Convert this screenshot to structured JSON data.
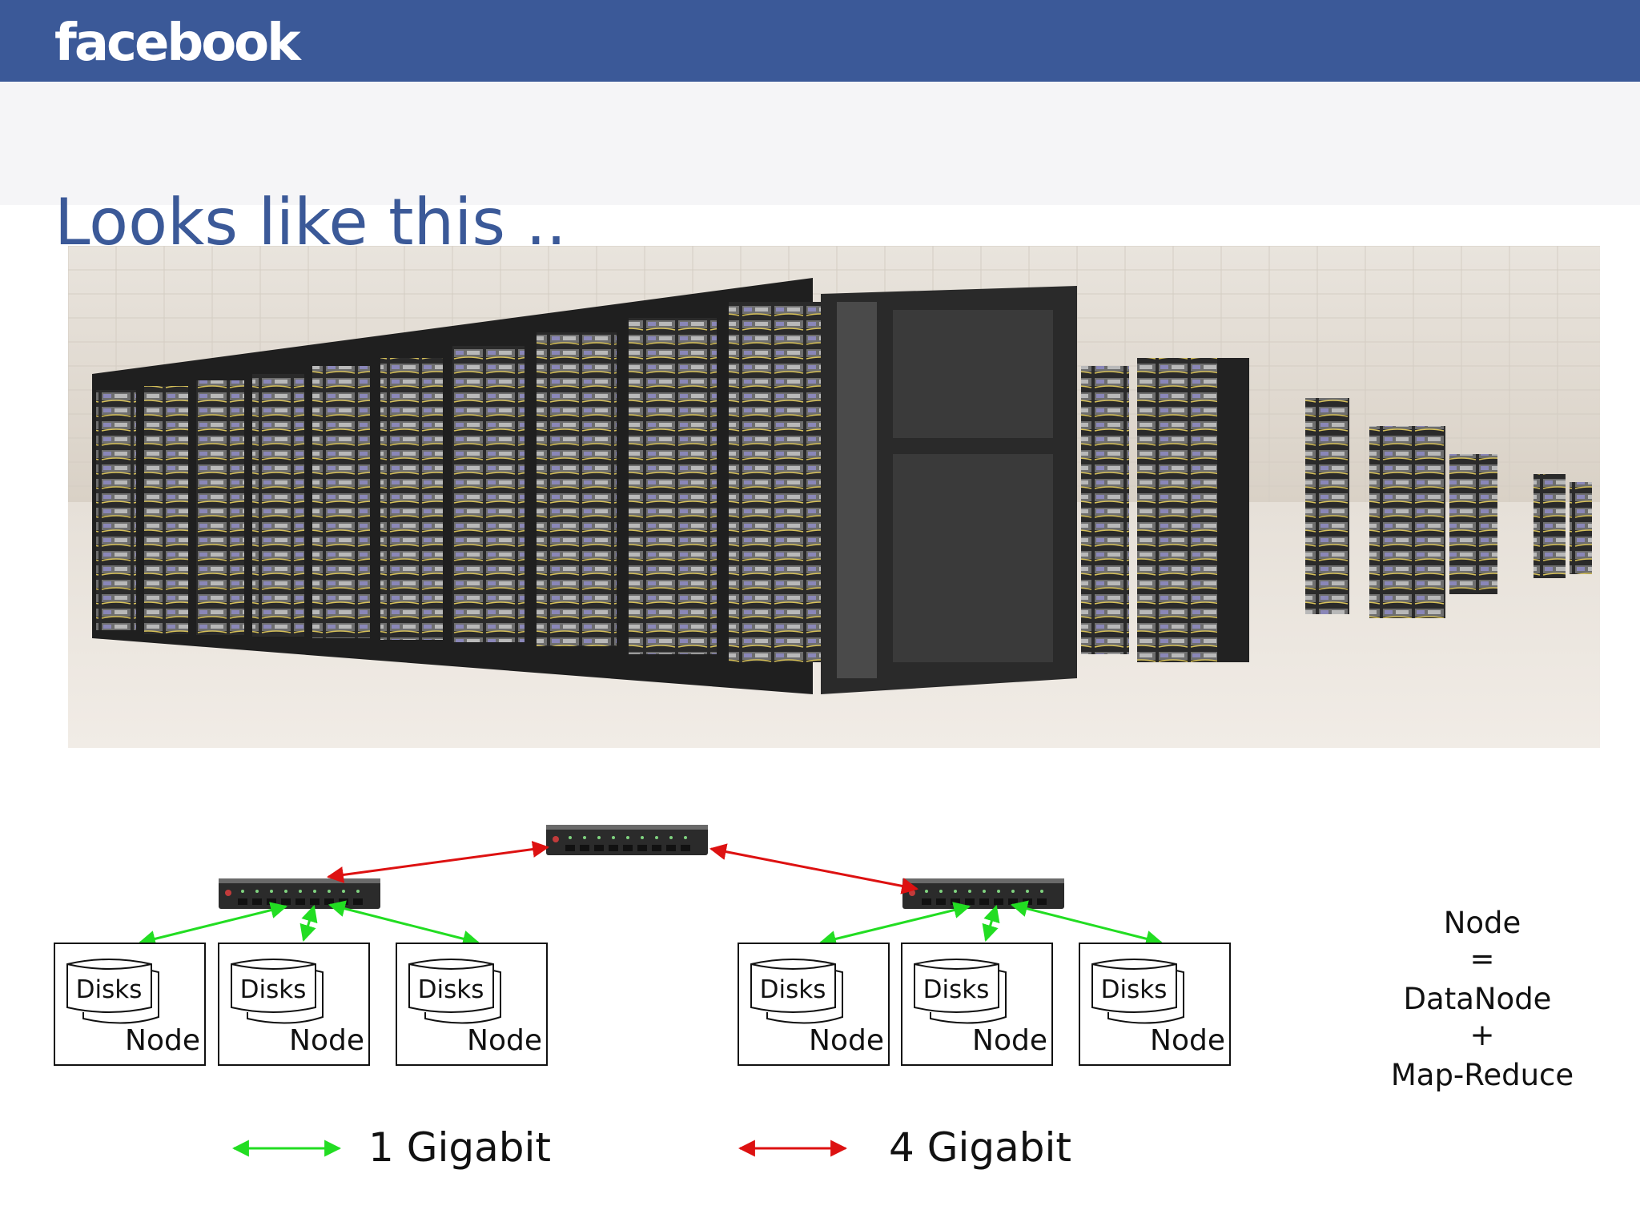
{
  "header": {
    "brand": "facebook",
    "title": "Looks like this .."
  },
  "photo": {
    "subject": "server racks in a data center"
  },
  "diagram": {
    "clusters": [
      {
        "nodes": [
          {
            "disk_label": "Disks",
            "node_label": "Node"
          },
          {
            "disk_label": "Disks",
            "node_label": "Node"
          },
          {
            "disk_label": "Disks",
            "node_label": "Node"
          }
        ]
      },
      {
        "nodes": [
          {
            "disk_label": "Disks",
            "node_label": "Node"
          },
          {
            "disk_label": "Disks",
            "node_label": "Node"
          },
          {
            "disk_label": "Disks",
            "node_label": "Node"
          }
        ]
      }
    ],
    "legend": {
      "green_label": "1 Gigabit",
      "red_label": "4 Gigabit"
    },
    "definition": {
      "line1": "Node",
      "line2": "=",
      "line3": "DataNode",
      "line4": "+",
      "line5": "Map-Reduce"
    },
    "colors": {
      "green_link": "#22dd22",
      "red_link": "#dd1111",
      "switch_body": "#2b2b2b"
    }
  }
}
